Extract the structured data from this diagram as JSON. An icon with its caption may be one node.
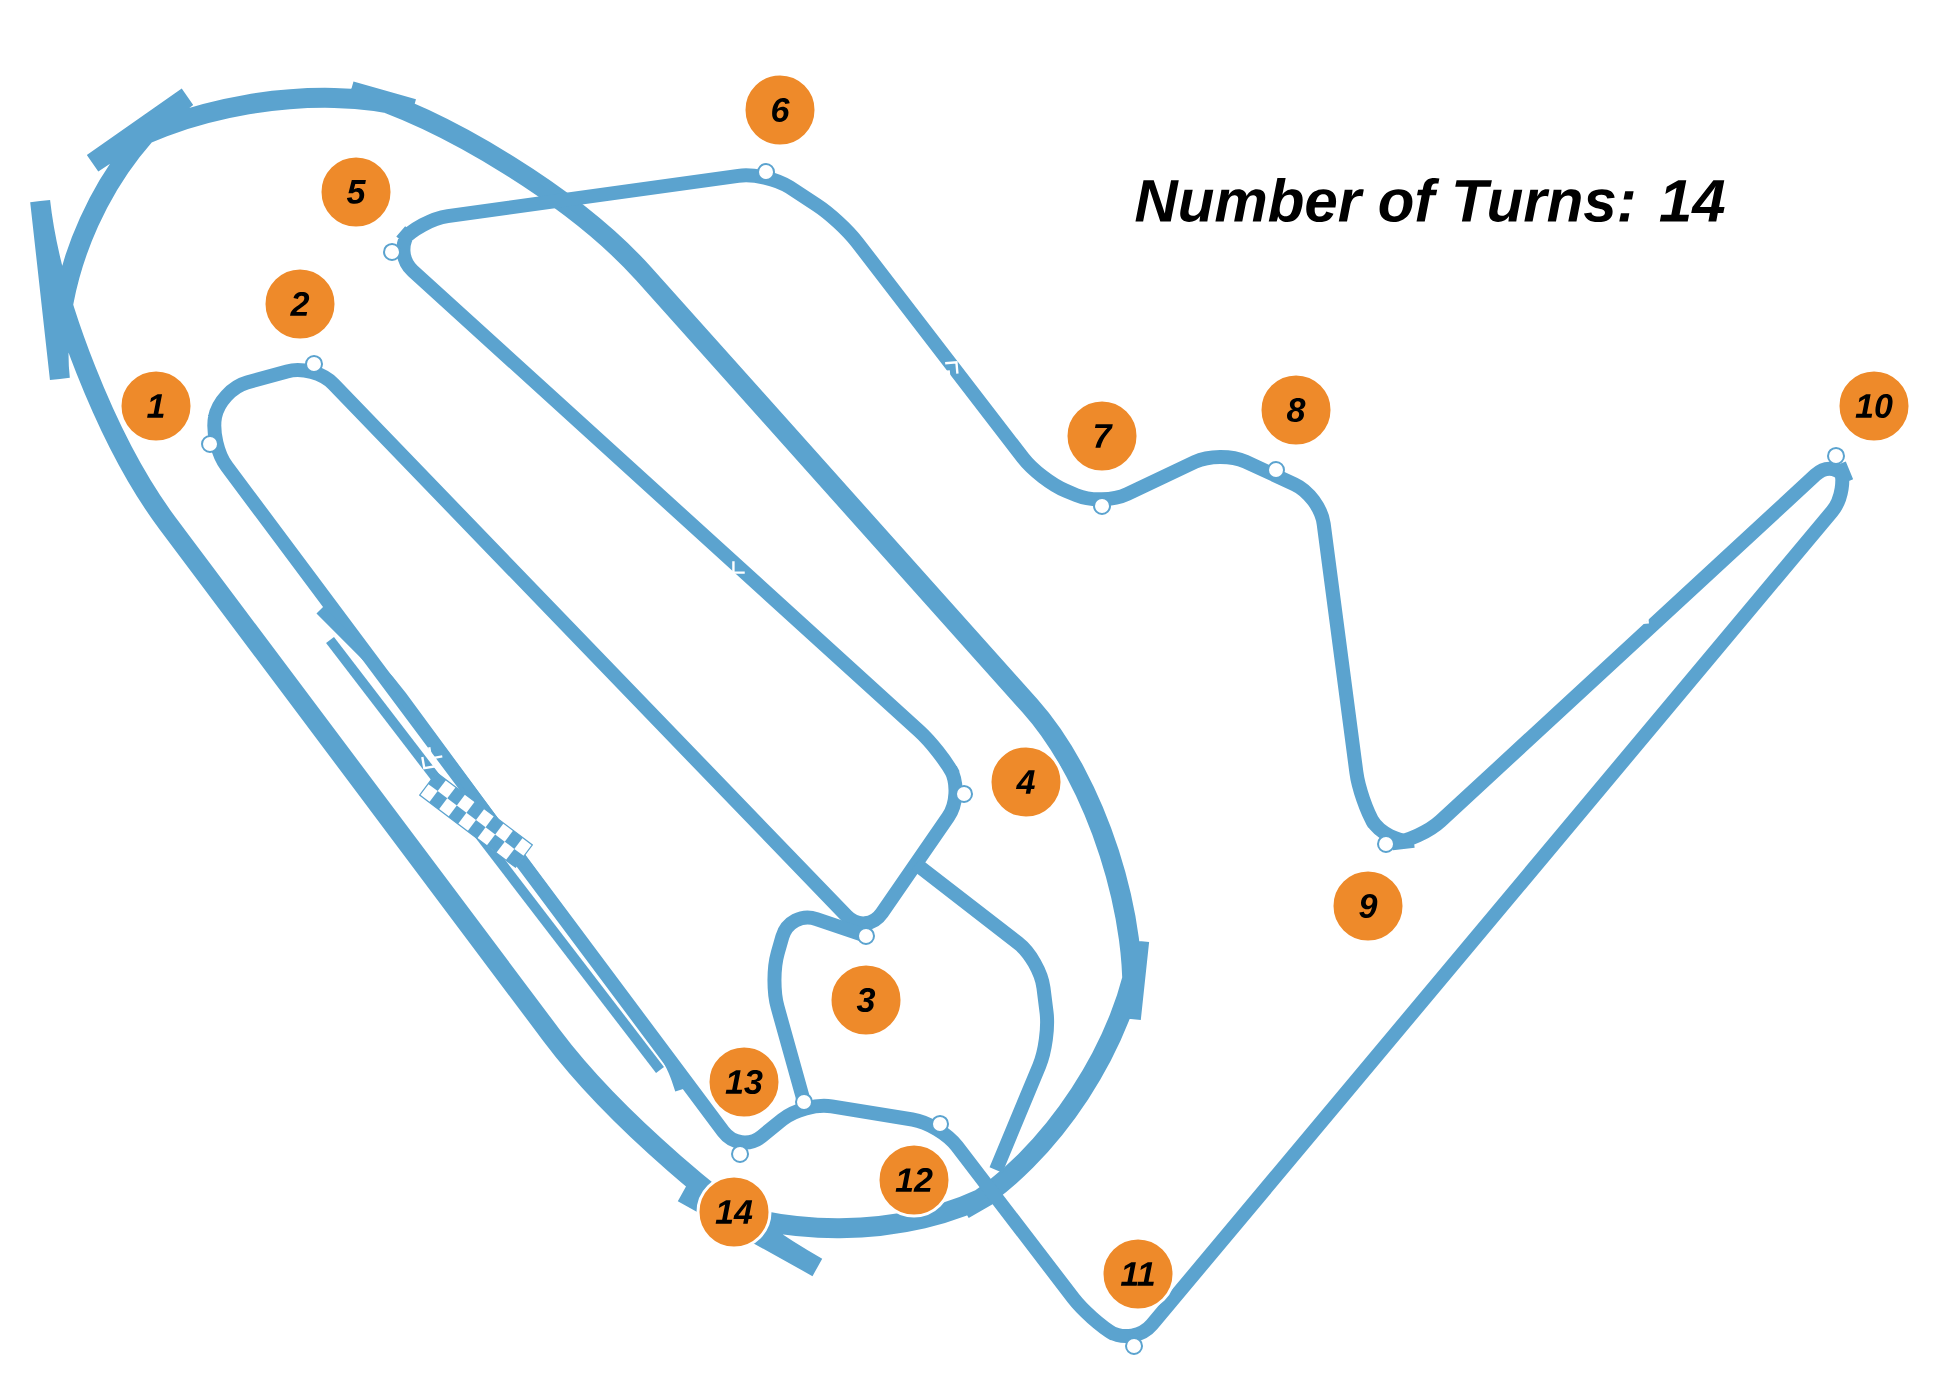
{
  "diagram": {
    "title": "Number of Turns: 14",
    "nodes": [
      {
        "text": [
          "1"
        ]
      },
      {
        "text": [
          "2"
        ]
      },
      {
        "text": [
          "3"
        ]
      },
      {
        "text": [
          "4"
        ]
      },
      {
        "text": [
          "5"
        ]
      },
      {
        "text": [
          "6"
        ]
      },
      {
        "text": [
          "7"
        ]
      },
      {
        "text": [
          "8"
        ]
      },
      {
        "text": [
          "9"
        ]
      },
      {
        "text": [
          "10"
        ]
      },
      {
        "text": [
          "11"
        ]
      },
      {
        "text": [
          "12"
        ]
      },
      {
        "text": [
          "13"
        ]
      },
      {
        "text": [
          "14"
        ]
      }
    ]
  }
}
